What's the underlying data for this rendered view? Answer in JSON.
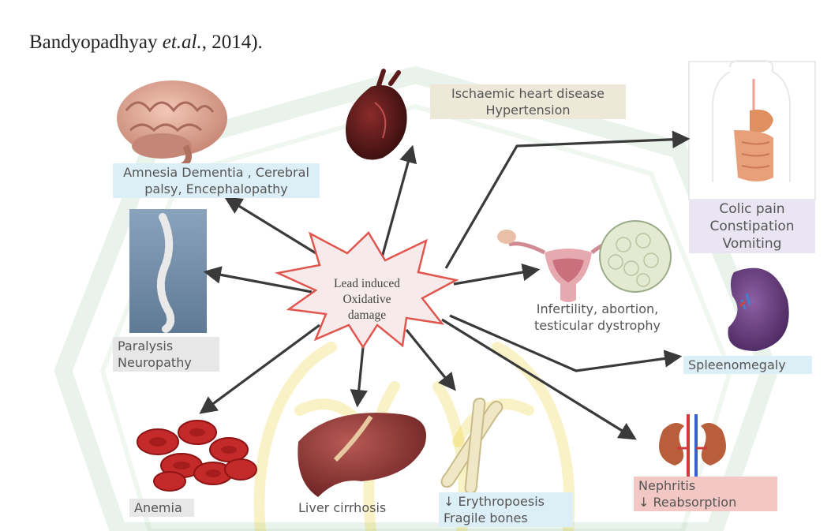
{
  "citation": {
    "before": "Bandyopadhyay ",
    "italic": "et.al.",
    "after": ", 2014)."
  },
  "center": {
    "line1": "Lead induced",
    "line2": "Oxidative",
    "line3": "damage"
  },
  "labels": {
    "brain": [
      "Amnesia Dementia , Cerebral",
      "palsy, Encephalopathy"
    ],
    "heart": [
      "Ischaemic heart disease",
      "Hypertension"
    ],
    "gut": [
      "Colic pain",
      "Constipation",
      "Vomiting"
    ],
    "spine": [
      "Paralysis",
      "Neuropathy"
    ],
    "reproductive": [
      "Infertility, abortion,",
      "testicular dystrophy"
    ],
    "spleen": [
      "Spleenomegaly"
    ],
    "blood": [
      "Anemia"
    ],
    "liver": [
      "Liver cirrhosis"
    ],
    "bone": [
      "↓ Erythropoesis",
      "Fragile bones"
    ],
    "kidney": [
      "Nephritis",
      "↓ Reabsorption"
    ]
  },
  "colors": {
    "arrow": "#3a3a3a",
    "star_stroke": "#e0564e",
    "label_blue": "#dceef6",
    "label_tan": "#ede8d8",
    "label_lavender": "#e9e5f2",
    "label_gray": "#e7e7e7",
    "label_rose": "#f2c7c4",
    "watermark_green": "#2e8b3e",
    "watermark_gold": "#e6c200"
  }
}
